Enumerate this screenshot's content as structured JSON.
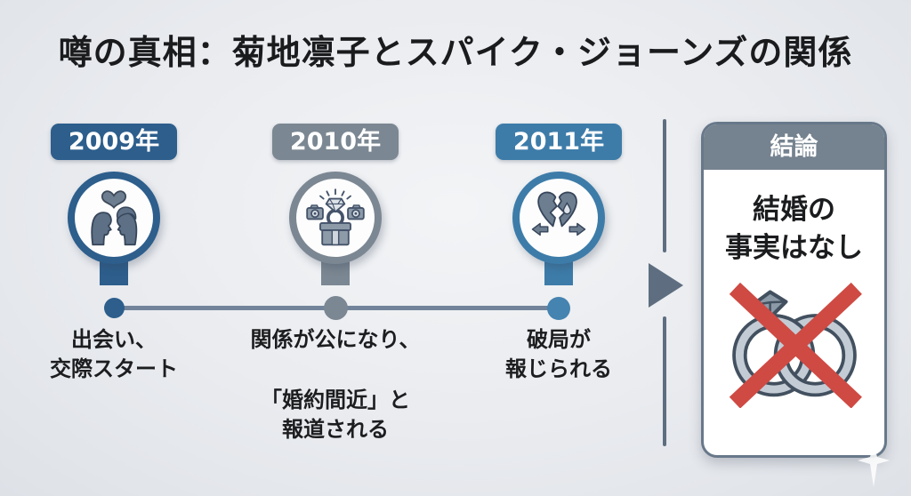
{
  "title": "噂の真相：菊地凛子とスパイク・ジョーンズの関係",
  "timeline": {
    "line_color": "#72849a",
    "events": [
      {
        "year": "2009年",
        "description": "出会い、\n交際スタート",
        "icon": "couple-facing-heart-icon",
        "accent_color": "#2d5e8c"
      },
      {
        "year": "2010年",
        "description": "関係が公になり、",
        "sub_description": "「婚約間近」と\n報道される",
        "icon": "engagement-ring-cameras-icon",
        "accent_color": "#7b8792"
      },
      {
        "year": "2011年",
        "description": "破局が\n報じられる",
        "icon": "broken-heart-icon",
        "accent_color": "#3d7ca9"
      }
    ]
  },
  "divider": {
    "arrow_icon": "right-arrow-icon",
    "color": "#5e6e80"
  },
  "conclusion": {
    "header": "結論",
    "body": "結婚の\n事実はなし",
    "icon": "no-wedding-rings-icon",
    "header_color": "#75828f",
    "cross_color": "#ce4a43"
  }
}
